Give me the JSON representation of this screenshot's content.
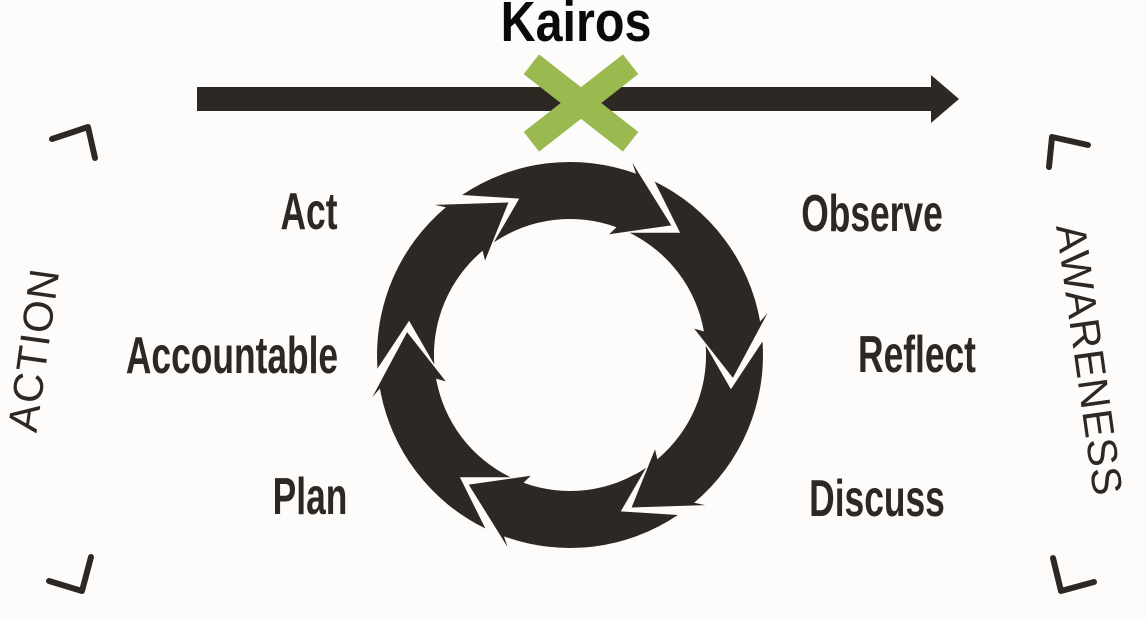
{
  "diagram": {
    "title": "Kairos",
    "axis_left_label": "ACTION",
    "axis_right_label": "AWARENESS",
    "cycle_direction": "clockwise",
    "segments": 6,
    "cycle_steps": [
      {
        "label": "Act",
        "position": "top-left"
      },
      {
        "label": "Observe",
        "position": "top-right"
      },
      {
        "label": "Reflect",
        "position": "right"
      },
      {
        "label": "Discuss",
        "position": "bottom-right"
      },
      {
        "label": "Plan",
        "position": "bottom-left"
      },
      {
        "label": "Accountable",
        "position": "left"
      }
    ]
  },
  "colors": {
    "ink": "#2e2824",
    "green": "#9aba4f",
    "bg": "#fdfcfa",
    "title": "#0a0a0a"
  }
}
